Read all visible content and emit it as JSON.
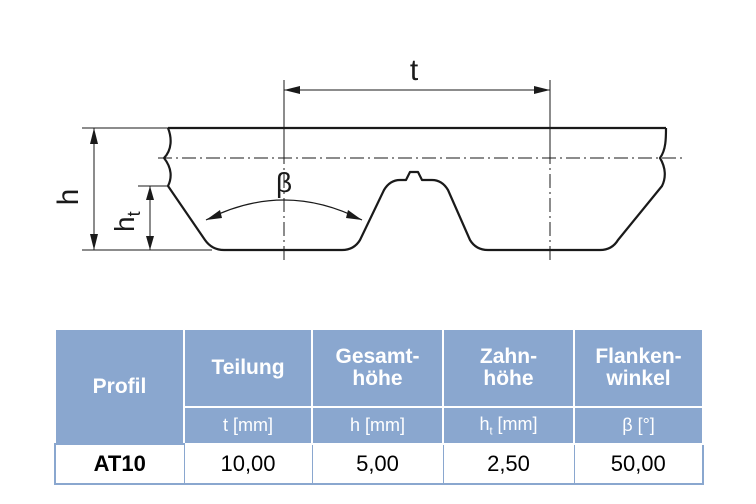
{
  "diagram": {
    "label_pitch": "t",
    "label_height": "h",
    "label_tooth_height": "h",
    "label_tooth_height_sub": "t",
    "label_flank_angle": "β"
  },
  "table": {
    "columns": [
      {
        "name": "Profil",
        "unit": ""
      },
      {
        "name": "Teilung",
        "unit": "t [mm]"
      },
      {
        "name": "Gesamt-\nhöhe",
        "unit": "h [mm]"
      },
      {
        "name": "Zahn-\nhöhe",
        "unit": "[mm]",
        "unit_symbol": "h",
        "unit_sub": "t"
      },
      {
        "name": "Flanken-\nwinkel",
        "unit": "β [°]"
      }
    ],
    "row": {
      "profil": "AT10",
      "teilung": "10,00",
      "gesamthoehe": "5,00",
      "zahnhoehe": "2,50",
      "flankenwinkel": "50,00"
    }
  },
  "colors": {
    "header_bg": "#8aa7cf",
    "line": "#1a1a1a"
  }
}
